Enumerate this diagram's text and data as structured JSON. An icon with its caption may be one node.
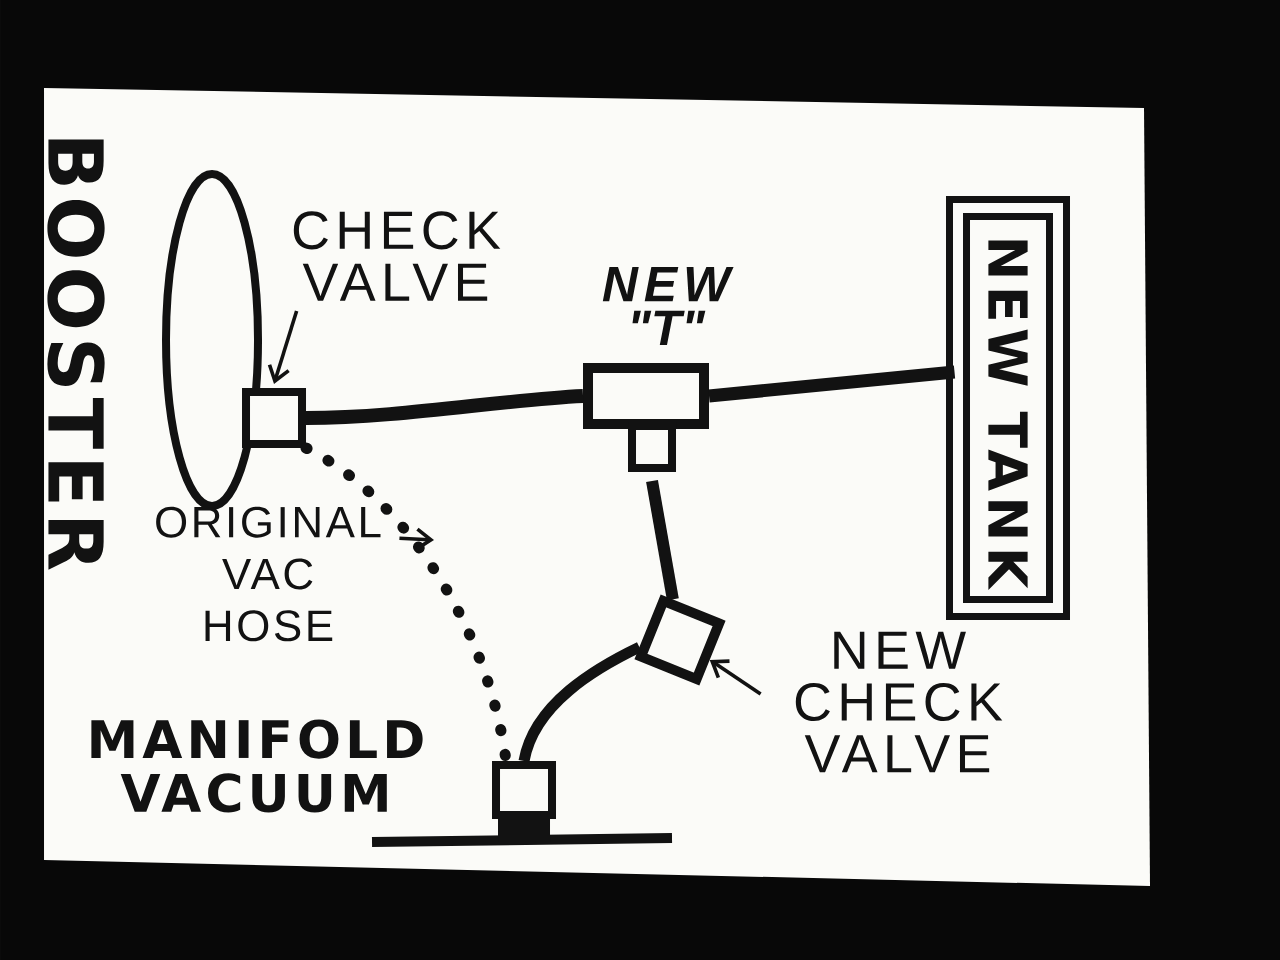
{
  "diagram": {
    "nodes": [
      {
        "text": [
          "BOOSTER"
        ]
      },
      {
        "text": [
          "CHECK VALVE"
        ]
      },
      {
        "text": [],
        "shape": "box"
      },
      {
        "text": [],
        "shape": "box",
        "beside": [
          "NEW \"T\""
        ]
      },
      {
        "text": [
          "NEW TANK"
        ]
      },
      {
        "text": [
          "ORIGINAL VAC HOSE"
        ]
      },
      {
        "text": [],
        "shape": "box"
      },
      {
        "text": [
          "NEW CHECK VALVE"
        ]
      },
      {
        "text": [],
        "shape": "box",
        "beside": [
          "MANIFOLD VACUUM"
        ]
      }
    ],
    "edges": [
      {
        "from": 1,
        "to": 2,
        "arrow": "to"
      },
      {
        "from": 2,
        "to": 3,
        "arrow": "none"
      },
      {
        "from": 3,
        "to": 4,
        "arrow": "none"
      },
      {
        "from": 3,
        "to": 6,
        "arrow": "none"
      },
      {
        "from": 6,
        "to": 8,
        "arrow": "none"
      },
      {
        "from": 2,
        "to": 8,
        "arrow": "none",
        "style": "dashed"
      },
      {
        "from": 5,
        "to": null,
        "arrow": "to"
      },
      {
        "from": 7,
        "to": 6,
        "arrow": "to"
      }
    ]
  }
}
